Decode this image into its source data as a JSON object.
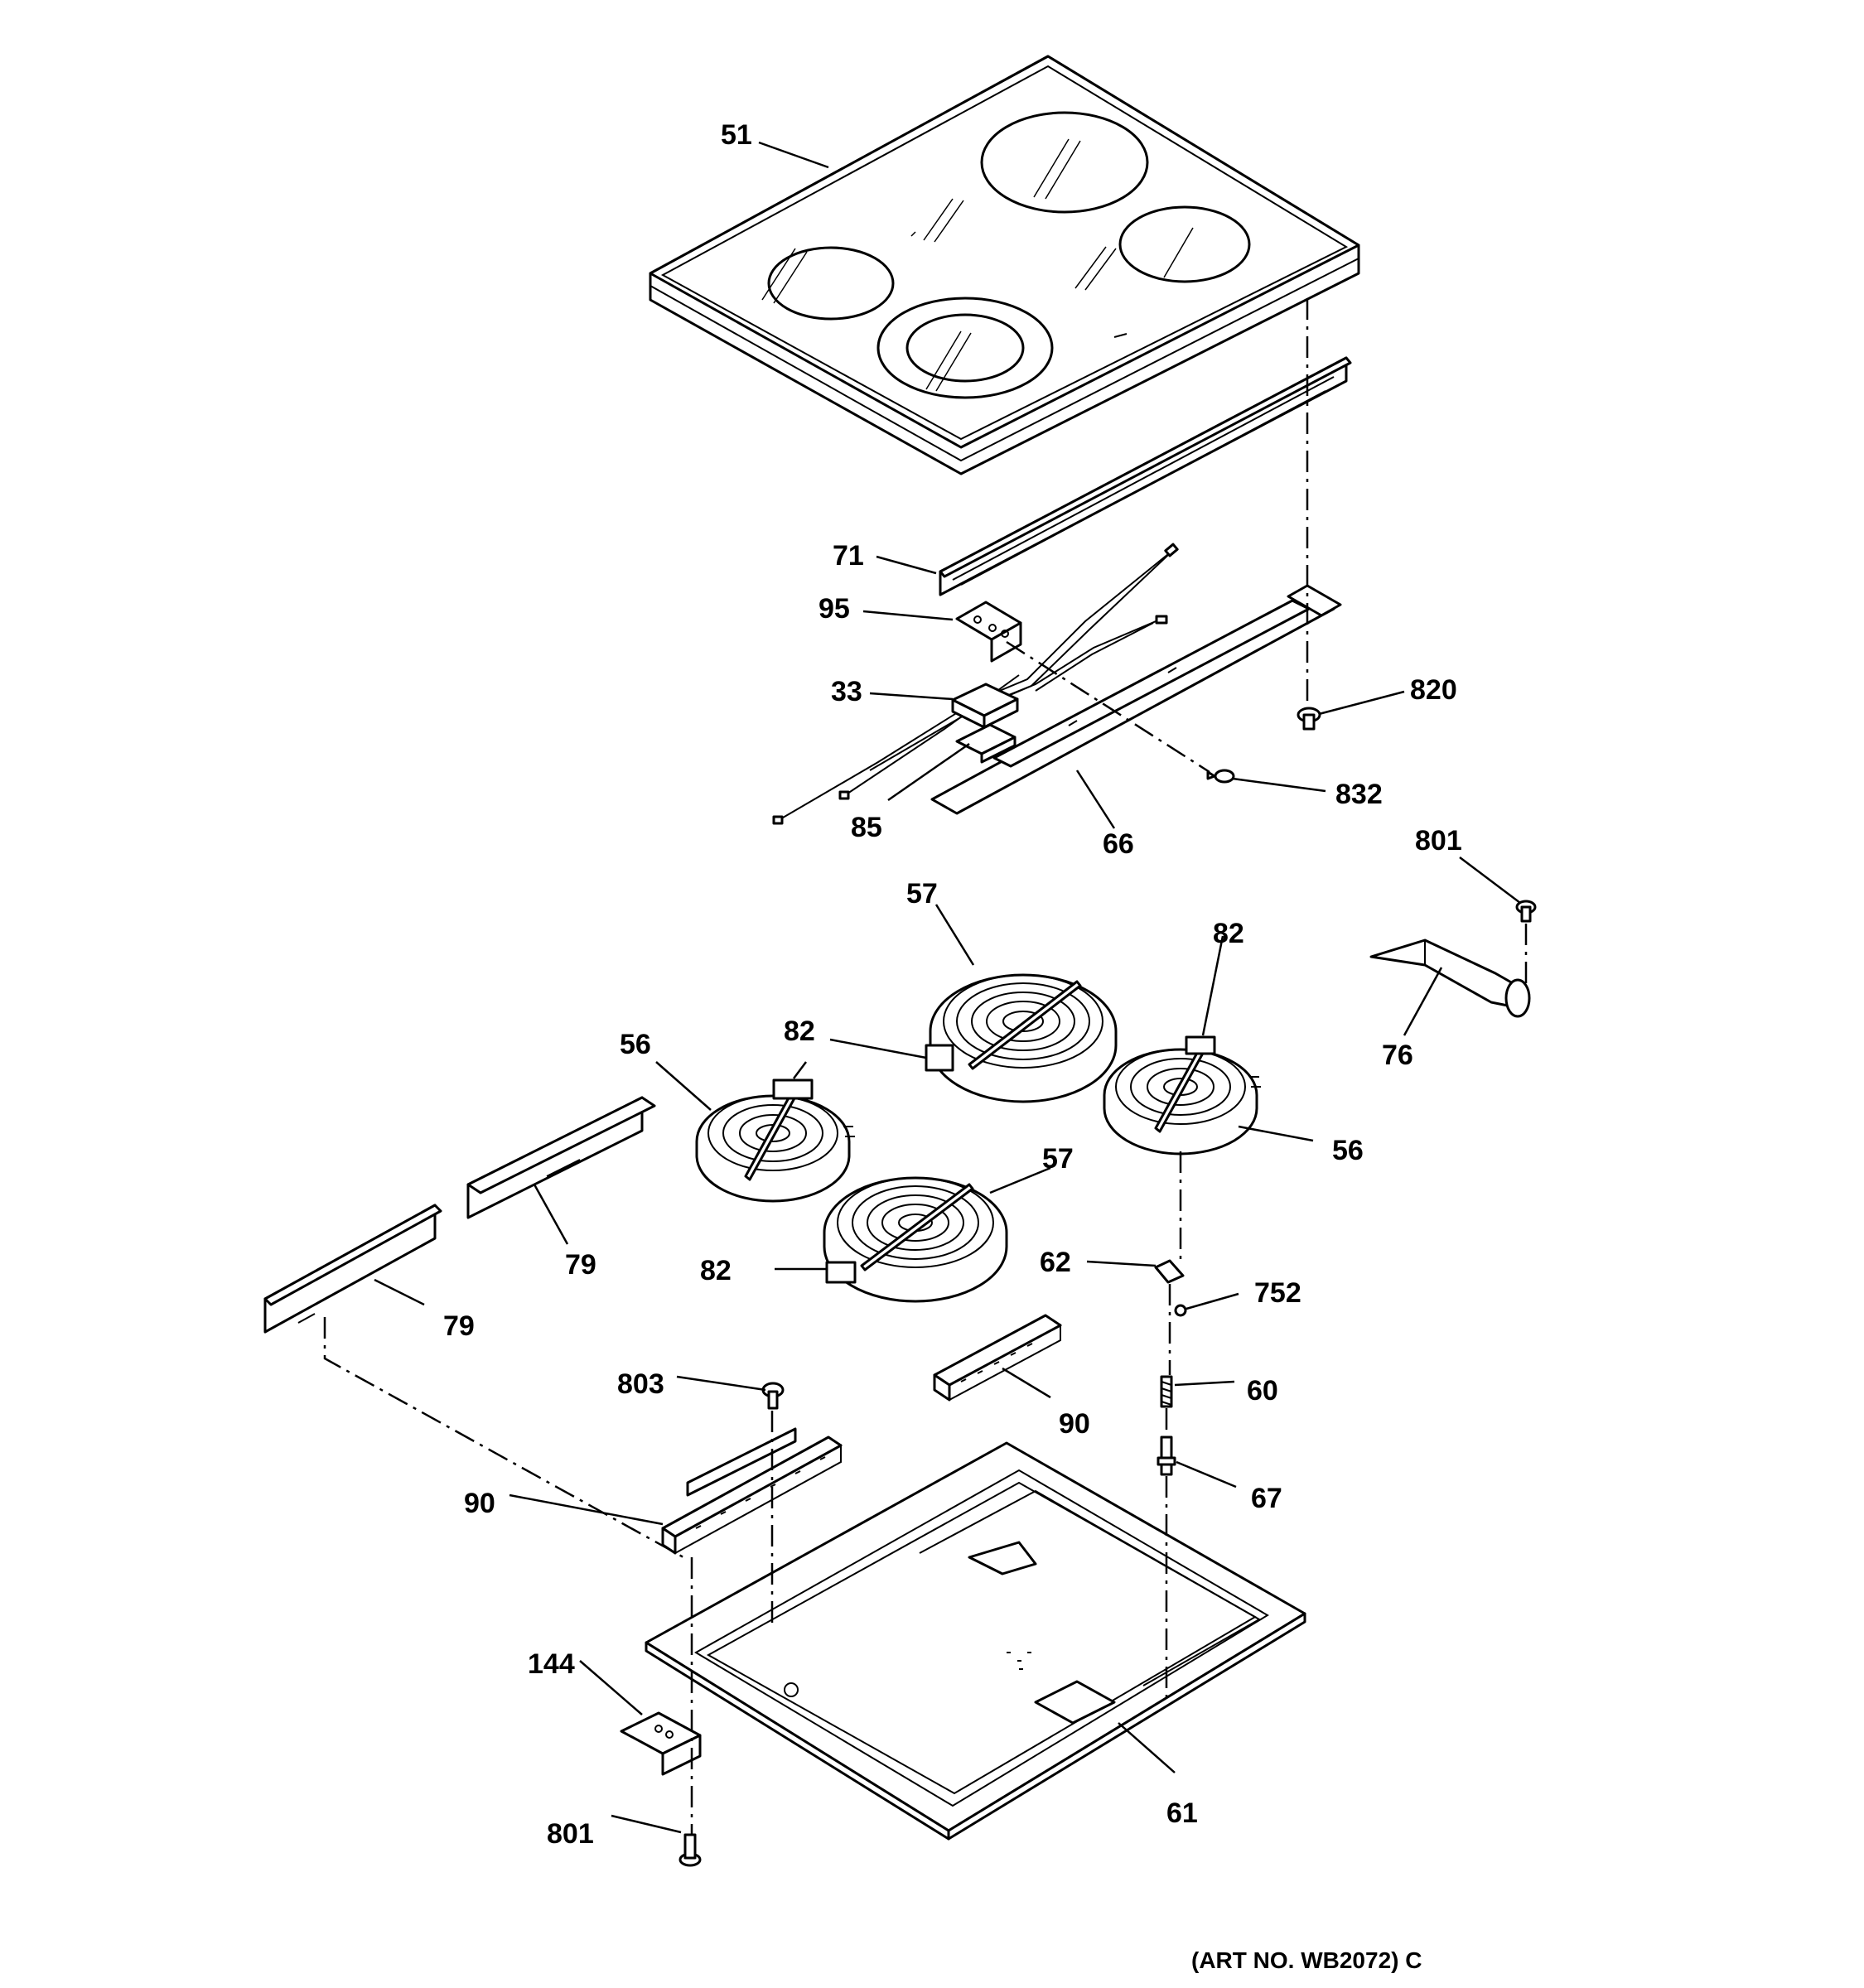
{
  "diagram": {
    "art_number": "(ART NO. WB2072) C",
    "parts": [
      {
        "id": "51",
        "label": "51"
      },
      {
        "id": "71",
        "label": "71"
      },
      {
        "id": "95",
        "label": "95"
      },
      {
        "id": "33",
        "label": "33"
      },
      {
        "id": "85",
        "label": "85"
      },
      {
        "id": "66",
        "label": "66"
      },
      {
        "id": "820",
        "label": "820"
      },
      {
        "id": "832",
        "label": "832"
      },
      {
        "id": "801a",
        "label": "801"
      },
      {
        "id": "76",
        "label": "76"
      },
      {
        "id": "57a",
        "label": "57"
      },
      {
        "id": "82a",
        "label": "82"
      },
      {
        "id": "82b",
        "label": "82"
      },
      {
        "id": "56a",
        "label": "56"
      },
      {
        "id": "56b",
        "label": "56"
      },
      {
        "id": "57b",
        "label": "57"
      },
      {
        "id": "82c",
        "label": "82"
      },
      {
        "id": "79a",
        "label": "79"
      },
      {
        "id": "79b",
        "label": "79"
      },
      {
        "id": "62",
        "label": "62"
      },
      {
        "id": "752",
        "label": "752"
      },
      {
        "id": "803",
        "label": "803"
      },
      {
        "id": "90a",
        "label": "90"
      },
      {
        "id": "60",
        "label": "60"
      },
      {
        "id": "90b",
        "label": "90"
      },
      {
        "id": "67",
        "label": "67"
      },
      {
        "id": "144",
        "label": "144"
      },
      {
        "id": "61",
        "label": "61"
      },
      {
        "id": "801b",
        "label": "801"
      }
    ]
  }
}
